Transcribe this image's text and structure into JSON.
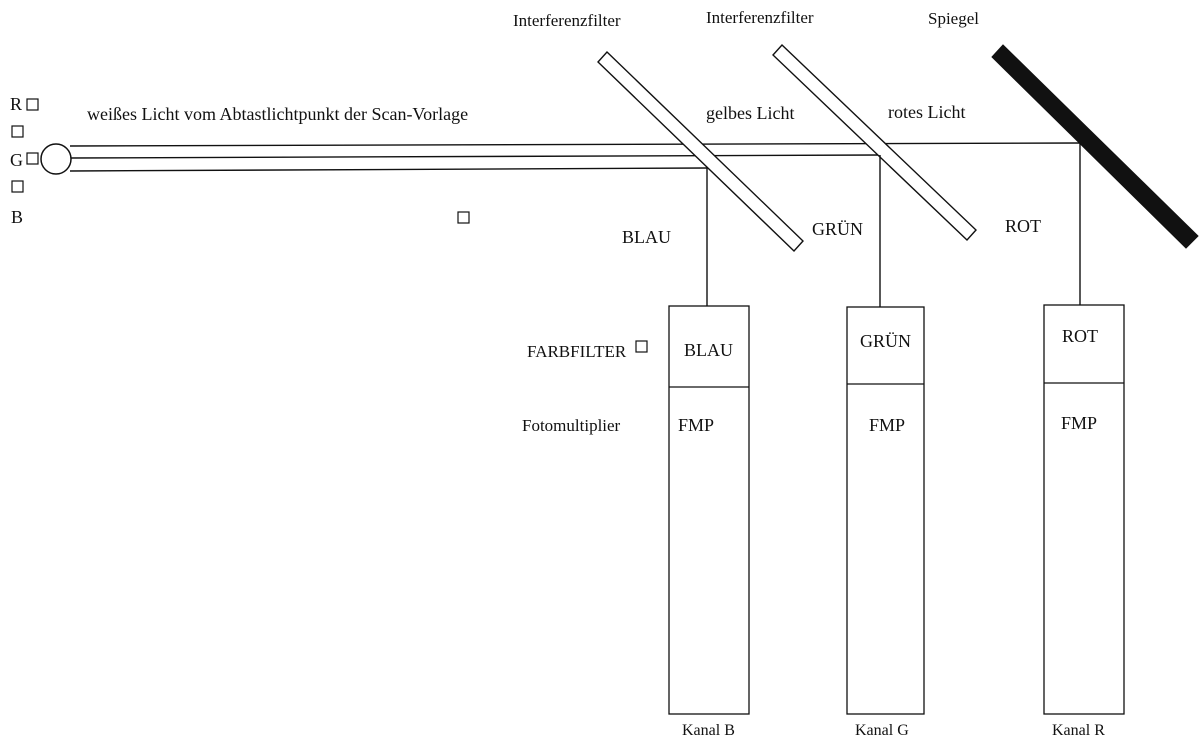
{
  "labels": {
    "R": "R",
    "G": "G",
    "B": "B",
    "white_light": "weißes Licht vom Abtastlichtpunkt der Scan-Vorlage",
    "filter1": "Interferenzfilter",
    "filter2": "Interferenzfilter",
    "mirror": "Spiegel",
    "yellow_light": "gelbes Licht",
    "red_light": "rotes Licht",
    "beam_blue": "BLAU",
    "beam_green": "GRÜN",
    "beam_red": "ROT",
    "farbfilter": "FARBFILTER",
    "fotomultiplier": "Fotomultiplier"
  },
  "channels": [
    {
      "filter_label": "BLAU",
      "fmp_label": "FMP",
      "channel_label": "Kanal B"
    },
    {
      "filter_label": "GRÜN",
      "fmp_label": "FMP",
      "channel_label": "Kanal G"
    },
    {
      "filter_label": "ROT",
      "fmp_label": "FMP",
      "channel_label": "Kanal R"
    }
  ]
}
